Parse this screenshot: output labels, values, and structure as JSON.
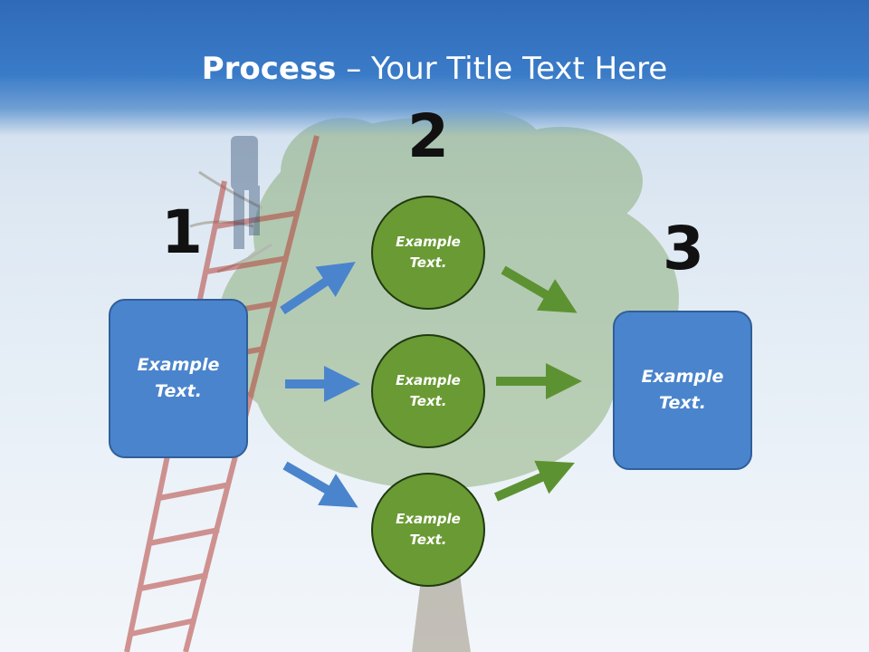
{
  "title": {
    "bold": "Process",
    "rest": " – Your Title Text Here"
  },
  "numbers": [
    "1",
    "2",
    "3"
  ],
  "left_box": {
    "text": "Example\nText."
  },
  "right_box": {
    "text": "Example\nText."
  },
  "circles": [
    {
      "text": "Example\nText."
    },
    {
      "text": "Example\nText."
    },
    {
      "text": "Example\nText."
    }
  ],
  "colors": {
    "blue_box": "#4a84cc",
    "green_circle": "#6a9a34",
    "blue_arrow": "#4a84cc",
    "green_arrow": "#5d9232"
  }
}
